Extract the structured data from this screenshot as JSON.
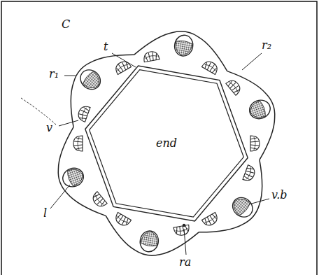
{
  "diagram": {
    "labels": [
      "C",
      "r₂",
      "t",
      "r₁",
      "v",
      "end",
      "v.b",
      "l",
      "ra"
    ]
  }
}
